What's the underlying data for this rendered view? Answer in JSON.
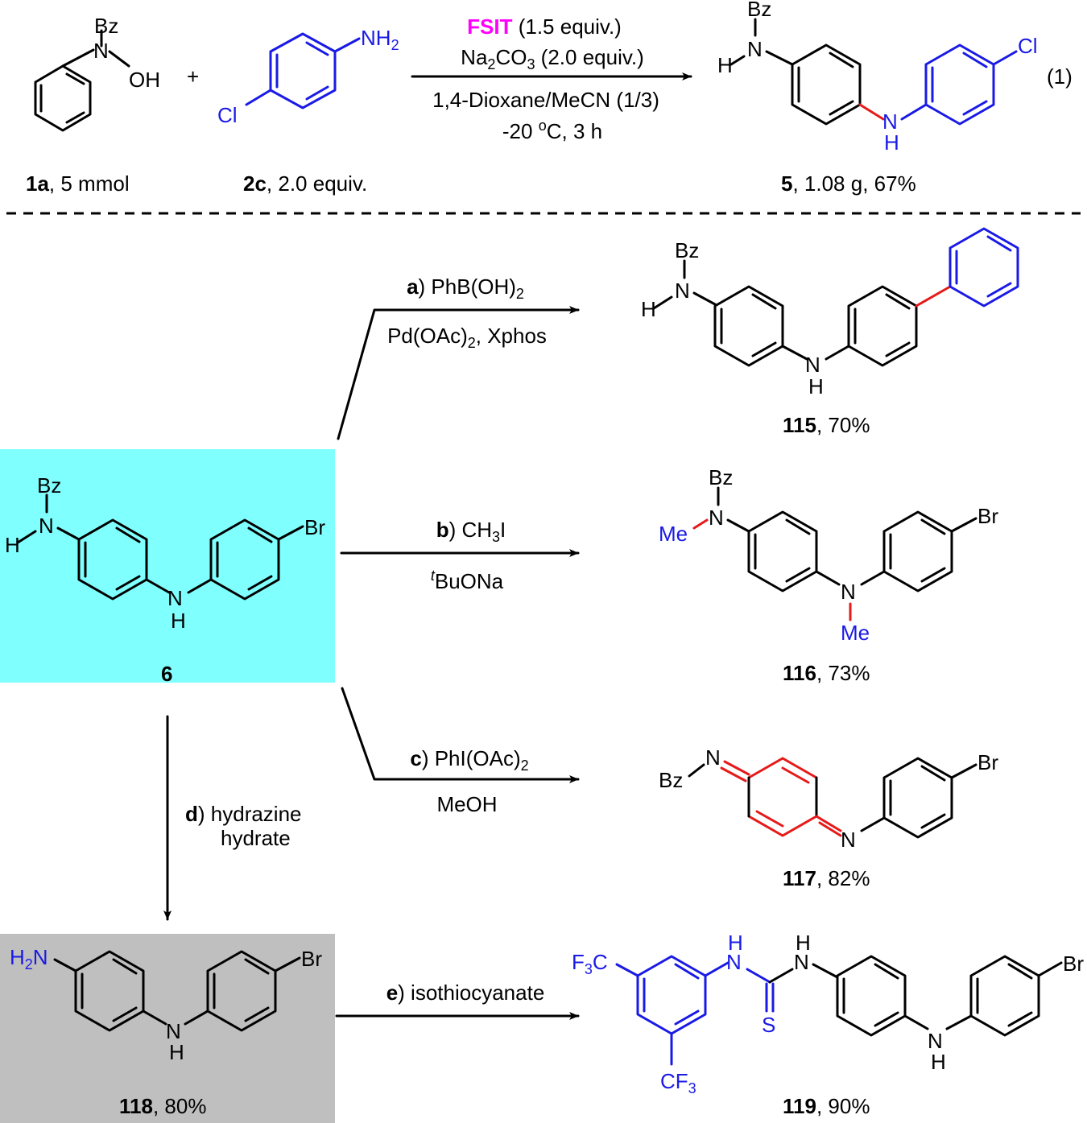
{
  "colors": {
    "blue": "#1a1ae6",
    "red": "#e61a1a",
    "magenta": "#ff00ff",
    "cyan_box": "#80ffff",
    "gray_box": "#bfbfbf"
  },
  "atoms": {
    "bz": "Bz",
    "n": "N",
    "oh": "OH",
    "h": "H",
    "cl": "Cl",
    "br": "Br",
    "me": "Me",
    "s": "S",
    "nh2_main": "NH",
    "nh2_sub": "2",
    "h2n_pre": "H",
    "h2n_sub": "2",
    "h2n_post": "N",
    "f3c_pre": "F",
    "f3c_sub": "3",
    "f3c_post": "C",
    "cf3_pre": "CF",
    "cf3_sub": "3",
    "plus": "+"
  },
  "eq1": {
    "reagent_fsit": "FSIT",
    "reagent_fsit_amount": " (1.5 equiv.)",
    "base_pre": "Na",
    "base_sub1": "2",
    "base_mid": "CO",
    "base_sub2": "3",
    "base_post": " (2.0 equiv.)",
    "solvent": "1,4-Dioxane/MeCN (1/3)",
    "temp_pre": "-20 ",
    "temp_sup": "o",
    "temp_post": "C, 3 h",
    "label_1a_bold": "1a",
    "label_1a_rest": ", 5 mmol",
    "label_2c_bold": "2c",
    "label_2c_rest": ", 2.0 equiv.",
    "label_5_bold": "5",
    "label_5_rest": ", 1.08 g, 67%",
    "eq_number": "(1)"
  },
  "compound6": {
    "label": "6"
  },
  "reactions": {
    "a": {
      "letter": "a",
      "line1_pre": ") PhB(OH)",
      "line1_sub": "2",
      "line2_pre": "Pd(OAc)",
      "line2_sub": "2",
      "line2_post": ", Xphos"
    },
    "b": {
      "letter": "b",
      "line1_pre": ") CH",
      "line1_sub": "3",
      "line1_post": "I",
      "line2_sup": "t",
      "line2_post": "BuONa"
    },
    "c": {
      "letter": "c",
      "line1_pre": ") PhI(OAc)",
      "line1_sub": "2",
      "line2": "MeOH"
    },
    "d": {
      "letter": "d",
      "line1": ") hydrazine",
      "line2": "hydrate"
    },
    "e": {
      "letter": "e",
      "line1": ") isothiocyanate"
    }
  },
  "products": {
    "p115": {
      "bold": "115",
      "rest": ", 70%"
    },
    "p116": {
      "bold": "116",
      "rest": ", 73%"
    },
    "p117": {
      "bold": "117",
      "rest": ", 82%"
    },
    "p118": {
      "bold": "118",
      "rest": ", 80%"
    },
    "p119": {
      "bold": "119",
      "rest": ", 90%"
    }
  }
}
